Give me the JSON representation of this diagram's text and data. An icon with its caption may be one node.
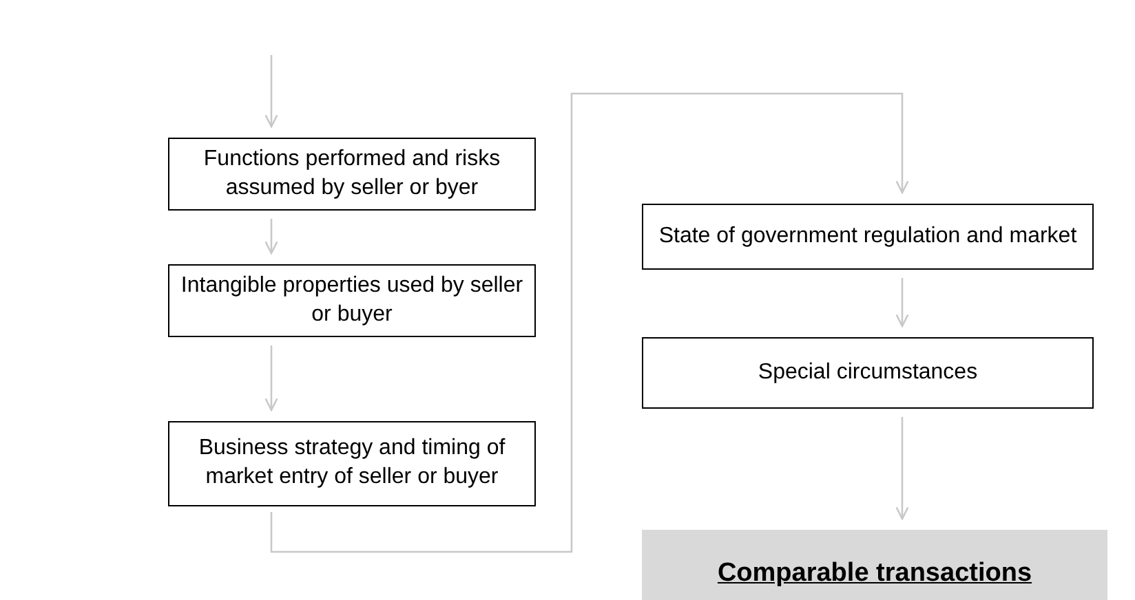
{
  "diagram": {
    "nodes": [
      {
        "text": [
          "Functions performed and risks assumed by seller or byer"
        ]
      },
      {
        "text": [
          "Intangible properties used by seller or buyer"
        ]
      },
      {
        "text": [
          "Business strategy and timing of market entry of seller or buyer"
        ]
      },
      {
        "text": [
          "State of government regulation and market"
        ]
      },
      {
        "text": [
          "Special circumstances"
        ]
      },
      {
        "text": [
          "Comparable transactions"
        ]
      }
    ],
    "edges": [
      {
        "from": null,
        "to": 0,
        "arrow": "to"
      },
      {
        "from": 0,
        "to": 1,
        "arrow": "to"
      },
      {
        "from": 1,
        "to": 2,
        "arrow": "to"
      },
      {
        "from": 2,
        "to": 3,
        "arrow": "to"
      },
      {
        "from": 3,
        "to": 4,
        "arrow": "to"
      },
      {
        "from": 4,
        "to": 5,
        "arrow": "to"
      }
    ]
  }
}
